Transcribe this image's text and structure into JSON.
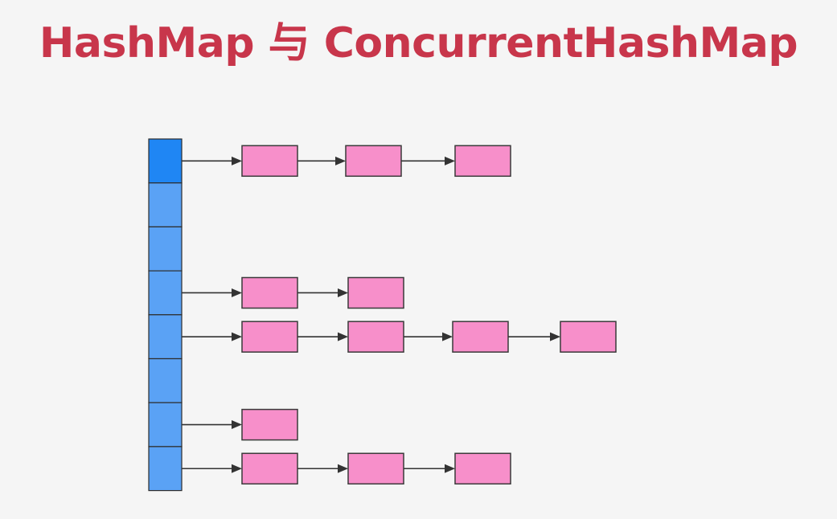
{
  "title": "HashMap 与 ConcurrentHashMap",
  "diagram": {
    "bucket_count": 8,
    "highlighted_bucket": 0,
    "chains": [
      {
        "bucket": 0,
        "nodes": 3
      },
      {
        "bucket": 3,
        "nodes": 2
      },
      {
        "bucket": 4,
        "nodes": 4
      },
      {
        "bucket": 6,
        "nodes": 1
      },
      {
        "bucket": 7,
        "nodes": 3
      }
    ]
  },
  "colors": {
    "title": "#c8364b",
    "bucket": "#5aa2f5",
    "bucket_highlight": "#1f86f4",
    "node": "#f78fca",
    "arrow": "#333333",
    "background": "#f5f5f5"
  }
}
